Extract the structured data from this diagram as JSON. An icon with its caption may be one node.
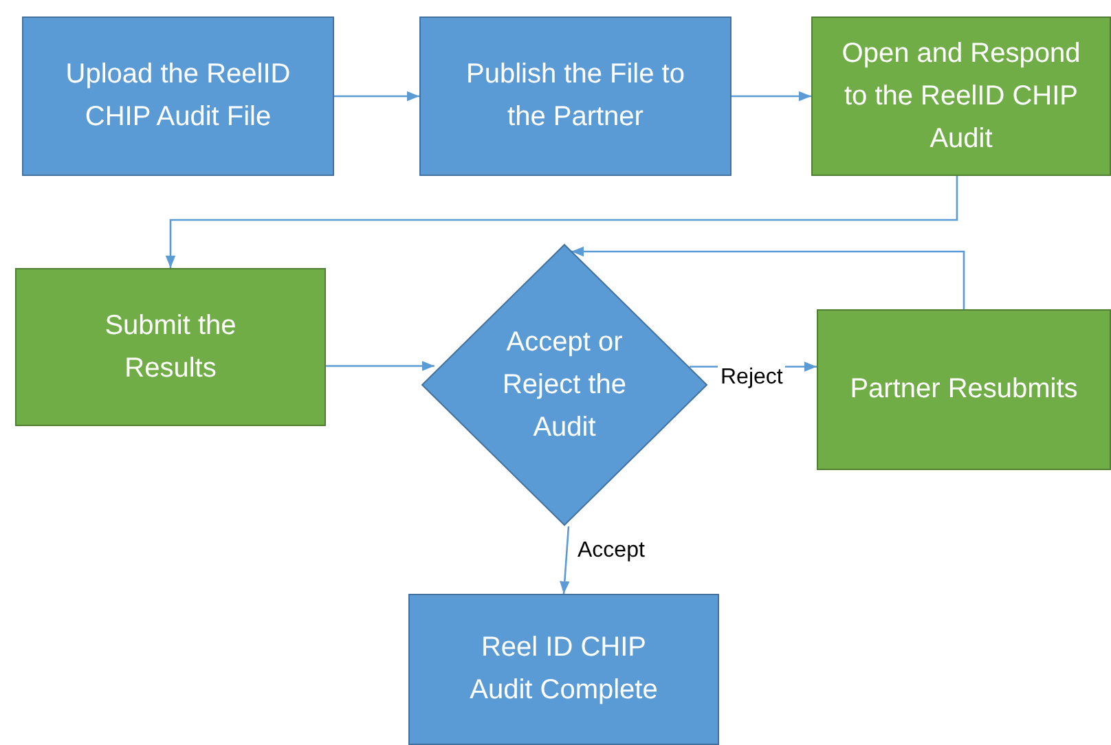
{
  "diagram": {
    "nodes": [
      {
        "text": [
          "Upload the ReelID CHIP Audit File"
        ]
      },
      {
        "text": [
          "Publish the File to the Partner"
        ]
      },
      {
        "text": [
          "Open and Respond to the ReelID CHIP Audit"
        ]
      },
      {
        "text": [
          "Submit the Results"
        ]
      },
      {
        "text": [
          "Accept or Reject the Audit"
        ]
      },
      {
        "text": [
          "Partner Resubmits"
        ]
      },
      {
        "text": [
          "Reel ID CHIP Audit Complete"
        ]
      }
    ],
    "edges": [
      {
        "from": 0,
        "to": 1,
        "arrow": "to"
      },
      {
        "from": 1,
        "to": 2,
        "arrow": "to"
      },
      {
        "from": 2,
        "to": 3,
        "arrow": "to"
      },
      {
        "from": 3,
        "to": 4,
        "arrow": "to"
      },
      {
        "from": 4,
        "to": 5,
        "arrow": "to",
        "label": "Reject"
      },
      {
        "from": 5,
        "to": 4,
        "arrow": "to"
      },
      {
        "from": 4,
        "to": 6,
        "arrow": "to",
        "label": "Accept"
      }
    ]
  }
}
